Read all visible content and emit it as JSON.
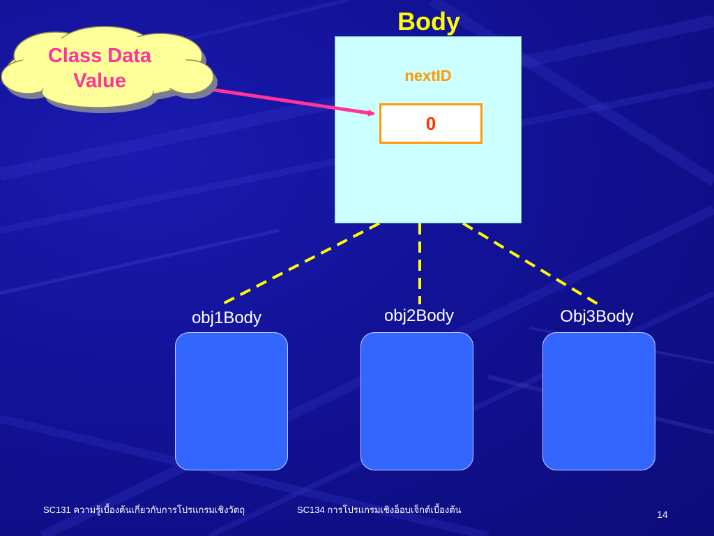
{
  "diagram": {
    "class_title": "Body",
    "field_name": "nextID",
    "field_value": "0",
    "callout": {
      "line1": "Class Data",
      "line2": "Value"
    },
    "objects": [
      {
        "label": "obj1Body"
      },
      {
        "label": "obj2Body"
      },
      {
        "label": "Obj3Body"
      }
    ],
    "colors": {
      "background": "#10108a",
      "title": "#ffff00",
      "class_box": "#ccffff",
      "field_name": "#ff9900",
      "value_text": "#ff3300",
      "object_box": "#3366ff",
      "dashed_line": "#ffff00",
      "arrow": "#ff3399",
      "cloud_fill": "#ffff99"
    }
  },
  "footer": {
    "left": "SC131 ความรู้เบื้องต้นเกี่ยวกับการโปรแกรมเชิงวัตถุ",
    "middle": "SC134 การโปรแกรมเชิงอ็อบเจ็กต์เบื้องต้น",
    "page_number": "14"
  }
}
